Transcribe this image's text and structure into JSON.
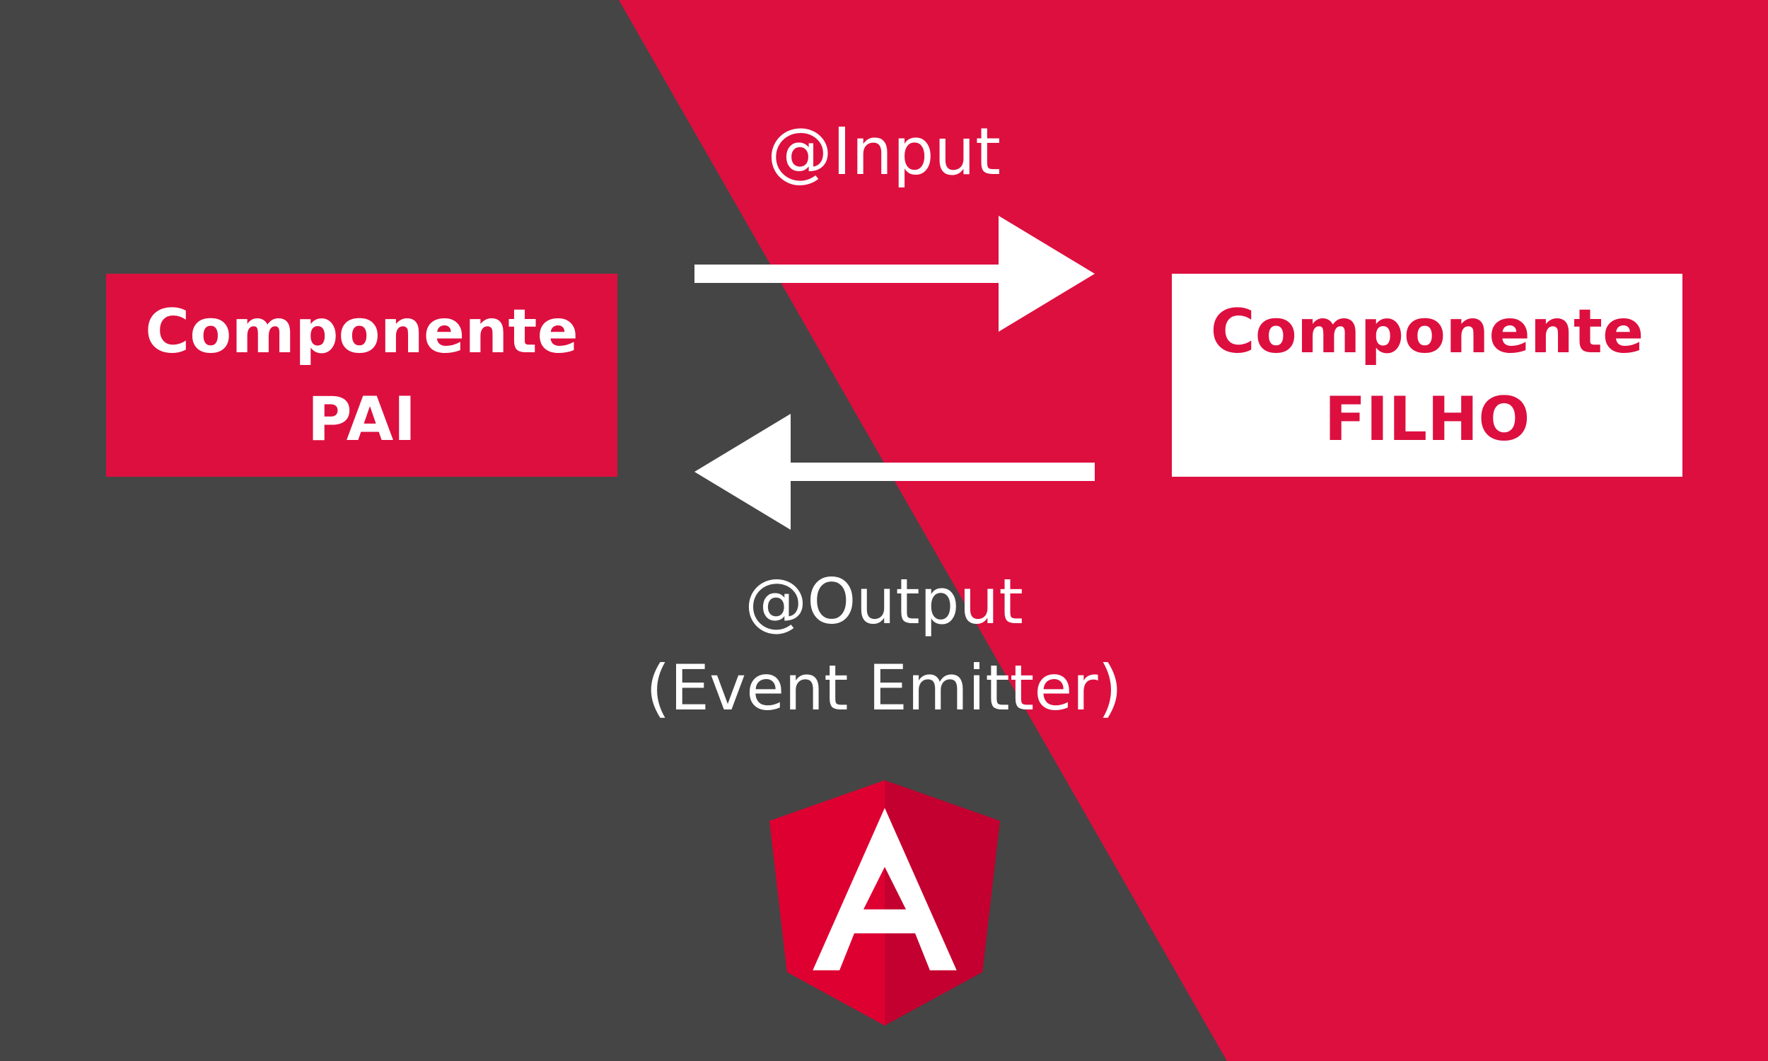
{
  "colors": {
    "dark": "#454545",
    "red": "#DD0F3F",
    "white": "#FFFFFF",
    "logo_left": "#DD0031",
    "logo_right": "#C3002F"
  },
  "diagram": {
    "parent": {
      "line1": "Componente",
      "line2": "PAI"
    },
    "child": {
      "line1": "Componente",
      "line2": "FILHO"
    },
    "input_label": "@Input",
    "output_label": "@Output",
    "output_sublabel": "(Event Emitter)"
  },
  "logo": {
    "icon": "angular-logo-icon"
  }
}
